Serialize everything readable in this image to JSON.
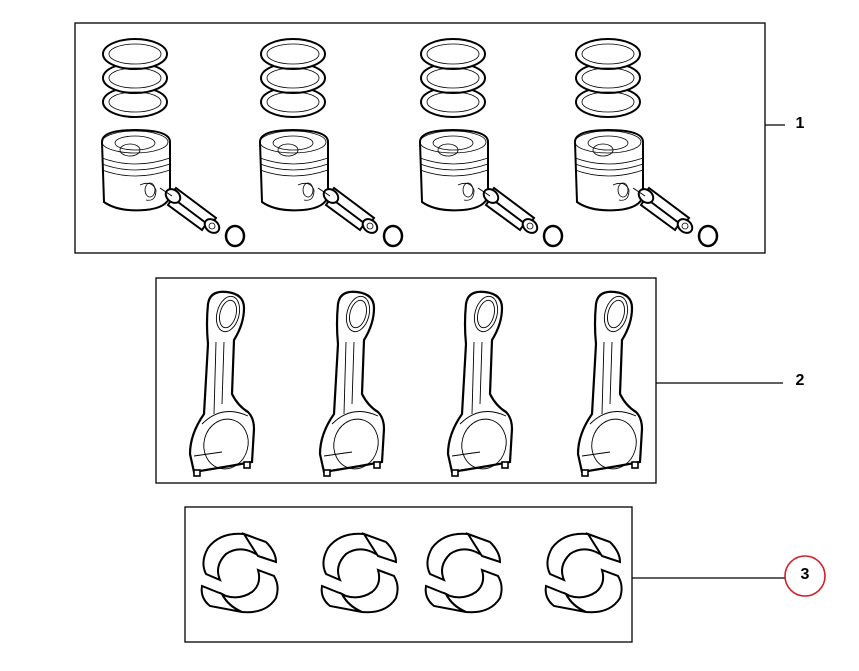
{
  "diagram": {
    "callouts": [
      {
        "number": "1",
        "part": "piston-set",
        "highlighted": false
      },
      {
        "number": "2",
        "part": "connecting-rod-set",
        "highlighted": false
      },
      {
        "number": "3",
        "part": "bearing-shell-set",
        "highlighted": true
      }
    ],
    "highlight_color": "#d0202a",
    "line_color": "#000000"
  }
}
